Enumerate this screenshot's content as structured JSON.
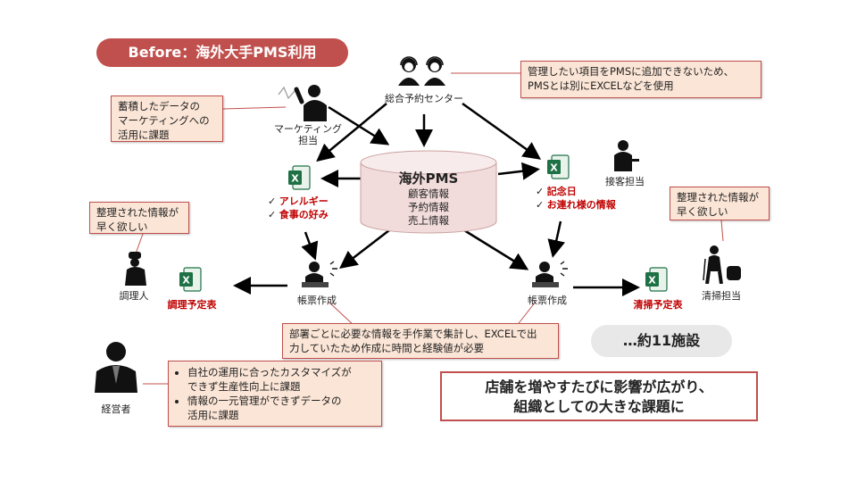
{
  "title": "Before：海外大手PMS利用",
  "center": {
    "title": "海外PMS",
    "lines": [
      "顧客情報",
      "予約情報",
      "売上情報"
    ]
  },
  "actors": {
    "reservation_center": "総合予約センター",
    "marketing": "マーケティング\n担当",
    "front_desk": "接客担当",
    "cook": "調理人",
    "cleaning": "清掃担当",
    "executive": "経営者",
    "report_left": "帳票作成",
    "report_right": "帳票作成"
  },
  "sheets": {
    "left_checks": [
      "アレルギー",
      "食事の好み"
    ],
    "right_checks": [
      "記念日",
      "お連れ様の情報"
    ],
    "cook_schedule": "調理予定表",
    "cleaning_schedule": "清掃予定表",
    "check_mark": "✓"
  },
  "callouts": {
    "top_right": "管理したい項目をPMSに追加できないため、\nPMSとは別にEXCELなどを使用",
    "marketing": "蓄積したデータの\nマーケティングへの\n活用に課題",
    "cook": "整理された情報が\n早く欲しい",
    "cleaning": "整理された情報が\n早く欲しい",
    "report": "部署ごとに必要な情報を手作業で集計し、EXCELで出\n力していたため作成に時間と経験値が必要",
    "executive": [
      "自社の運用に合ったカスタマイズが\nできず生産性向上に課題",
      "情報の一元管理ができずデータの\n活用に課題"
    ]
  },
  "facility": "…約11施設",
  "issue": "店舗を増やすたびに影響が広がり、\n組織としての大きな課題に",
  "colors": {
    "accent": "#c0504d",
    "callout_bg": "#fbe5d6",
    "excel_green": "#1e7145",
    "alert_red": "#c00000"
  }
}
